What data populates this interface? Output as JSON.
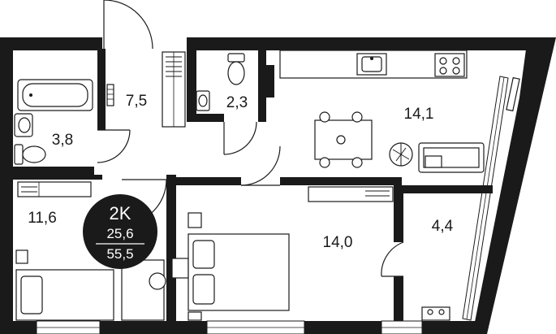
{
  "plan": {
    "background": "#ffffff",
    "wall_color": "#1a1a1a",
    "rooms": [
      {
        "id": "hall",
        "area": "7,5"
      },
      {
        "id": "wc",
        "area": "2,3"
      },
      {
        "id": "kitchen-living",
        "area": "14,1"
      },
      {
        "id": "bathroom",
        "area": "3,8"
      },
      {
        "id": "bedroom",
        "area": "11,6"
      },
      {
        "id": "living-room",
        "area": "14,0"
      },
      {
        "id": "balcony",
        "area": "4,4"
      }
    ],
    "badge": {
      "type": "2K",
      "living_area": "25,6",
      "total_area": "55,5",
      "fill": "#1a1a1a",
      "text_color": "#ffffff"
    },
    "icons": [
      "bathtub-icon",
      "toilet-icon",
      "sink-icon",
      "radiator-icon",
      "stove-icon",
      "dining-table-icon",
      "sofa-icon",
      "plant-icon",
      "bed-icon",
      "desk-icon",
      "door-icon",
      "wardrobe-icon"
    ]
  }
}
